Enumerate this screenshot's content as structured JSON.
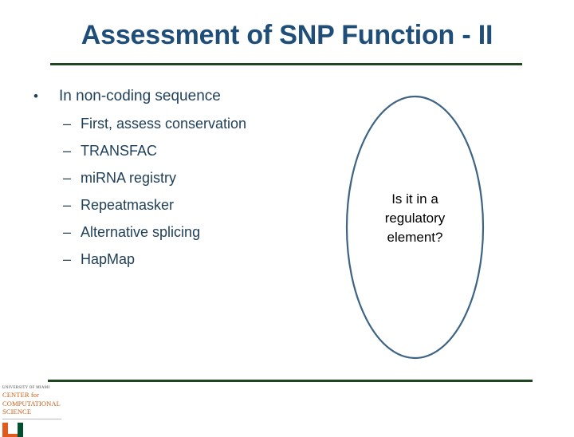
{
  "slide": {
    "title": "Assessment of SNP Function - II",
    "title_color": "#1F4E79",
    "rule_color": "#1E4620",
    "background": "#FFFFFF",
    "body_text_color": "#21415A"
  },
  "content": {
    "bullets": [
      {
        "level": 1,
        "marker": "•",
        "label": "In non-coding sequence"
      },
      {
        "level": 2,
        "marker": "–",
        "label": "First, assess conservation"
      },
      {
        "level": 2,
        "marker": "–",
        "label": "TRANSFAC"
      },
      {
        "level": 2,
        "marker": "–",
        "label": "miRNA registry"
      },
      {
        "level": 2,
        "marker": "–",
        "label": "Repeatmasker"
      },
      {
        "level": 2,
        "marker": "–",
        "label": "Alternative splicing"
      },
      {
        "level": 2,
        "marker": "–",
        "label": "HapMap"
      }
    ]
  },
  "callout": {
    "shape": "ellipse",
    "outline_color": "#3E6484",
    "text_color": "#000000",
    "lines": [
      "Is it in a",
      "regulatory",
      "element?"
    ],
    "full_text": "Is it in a regulatory element?"
  },
  "footer": {
    "logo": {
      "university_line": "UNIVERSITY OF MIAMI",
      "center_line_1": "CENTER for",
      "center_line_2": "COMPUTATIONAL",
      "center_line_3": "SCIENCE",
      "orange": "#C75B12",
      "green": "#005030"
    }
  }
}
